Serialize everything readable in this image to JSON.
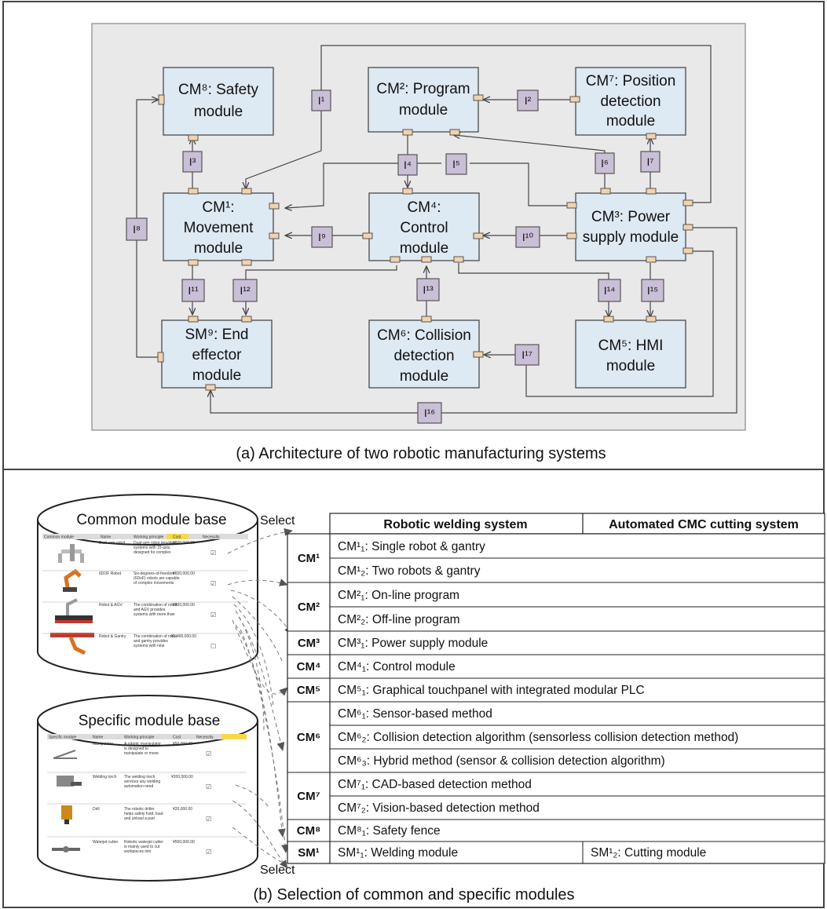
{
  "panel_a": {
    "caption": "(a) Architecture of two robotic manufacturing systems",
    "modules": [
      {
        "id": "cm8",
        "lines": [
          "CM⁸: Safety",
          "module"
        ]
      },
      {
        "id": "cm2",
        "lines": [
          "CM²: Program",
          "module"
        ]
      },
      {
        "id": "cm7",
        "lines": [
          "CM⁷: Position",
          "detection",
          "module"
        ]
      },
      {
        "id": "cm1",
        "lines": [
          "CM¹:",
          "Movement",
          "module"
        ]
      },
      {
        "id": "cm4",
        "lines": [
          "CM⁴:",
          "Control",
          "module"
        ]
      },
      {
        "id": "cm3",
        "lines": [
          "CM³: Power",
          "supply module"
        ]
      },
      {
        "id": "sm9",
        "lines": [
          "SM⁹: End",
          "effector",
          "module"
        ]
      },
      {
        "id": "cm6",
        "lines": [
          "CM⁶: Collision",
          "detection",
          "module"
        ]
      },
      {
        "id": "cm5",
        "lines": [
          "CM⁵: HMI",
          "module"
        ]
      }
    ],
    "interfaces": [
      "I¹",
      "I²",
      "I³",
      "I⁴",
      "I⁵",
      "I⁶",
      "I⁷",
      "I⁸",
      "I⁹",
      "I¹⁰",
      "I¹¹",
      "I¹²",
      "I¹³",
      "I¹⁴",
      "I¹⁵",
      "I¹⁶",
      "I¹⁷"
    ]
  },
  "panel_b": {
    "caption": "(b) Selection of common and specific modules",
    "common_base_title": "Common module base",
    "specific_base_title": "Specific module base",
    "select_top": "Select",
    "select_bottom": "Select",
    "common_table": {
      "headers": [
        "Common module",
        "Name",
        "Working principle",
        "Cost",
        "Necessity"
      ],
      "rows": [
        {
          "name": "Dual-arm robot",
          "principle": "Dual-arm robot provides systems with 15-axis, designed for complex assembly and material handling applications",
          "cost": "¥800,000.00",
          "check": "☑"
        },
        {
          "name": "6DOF Robot",
          "principle": "Six-degrees-of-freedom (6DoF) robots are capable of complex movements that enable them to perform industrial tasks such as cutting, handling",
          "cost": "¥600,000.00",
          "check": "☑"
        },
        {
          "name": "Robot & AGV",
          "principle": "The combination of robot and AGV provides systems with more than six degrees of freedom, which are capable of complex movements",
          "cost": "¥800,000.00",
          "check": "☑"
        },
        {
          "name": "Robot & Gantry",
          "principle": "The combination of robot and gantry provides systems with nine degrees-of-freedom, which are capable of complex movements",
          "cost": "¥1,400,000.00",
          "check": "☐"
        }
      ]
    },
    "specific_table": {
      "headers": [
        "Specific module",
        "Name",
        "Working principle",
        "Cost",
        "Necessity"
      ],
      "rows": [
        {
          "name": "Manipulator",
          "principle": "A robotic manipulator is designed to manipulate or move materials, tools, and parts from one location to the next",
          "cost": "¥50,000.00",
          "check": "☑"
        },
        {
          "name": "Welding torch",
          "principle": "The welding torch services any welding automation need in the metalworking and fabrication industry",
          "cost": "¥200,000.00",
          "check": "☑"
        },
        {
          "name": "Drill",
          "principle": "The robotic driller helps safely hold, load and unload a part during operation",
          "cost": "¥20,000.00",
          "check": "☑"
        },
        {
          "name": "Waterjet cutter",
          "principle": "Robotic waterjet cutter is mainly used to cut workpieces into various forms",
          "cost": "¥550,000.00",
          "check": "☑"
        }
      ]
    },
    "selection_table": {
      "header_welding": "Robotic welding system",
      "header_cutting": "Automated CMC cutting system",
      "groups": [
        {
          "label": "CM¹",
          "items": [
            "CM¹₁: Single robot & gantry",
            "CM¹₂: Two robots & gantry"
          ]
        },
        {
          "label": "CM²",
          "items": [
            "CM²₁: On-line program",
            "CM²₂: Off-line program"
          ]
        },
        {
          "label": "CM³",
          "items": [
            "CM³₁: Power supply module"
          ]
        },
        {
          "label": "CM⁴",
          "items": [
            "CM⁴₁: Control module"
          ]
        },
        {
          "label": "CM⁵",
          "items": [
            "CM⁵₁: Graphical touchpanel with integrated modular PLC"
          ]
        },
        {
          "label": "CM⁶",
          "items": [
            "CM⁶₁: Sensor-based method",
            "CM⁶₂: Collision detection algorithm (sensorless collision detection method)",
            "CM⁶₃: Hybrid method (sensor & collision detection algorithm)"
          ]
        },
        {
          "label": "CM⁷",
          "items": [
            "CM⁷₁: CAD-based detection method",
            "CM⁷₂: Vision-based detection method"
          ]
        },
        {
          "label": "CM⁸",
          "items": [
            "CM⁸₁: Safety fence"
          ]
        }
      ],
      "sm_label": "SM¹",
      "sm_welding": "SM¹₁: Welding module",
      "sm_cutting": "SM¹₂: Cutting module"
    }
  }
}
